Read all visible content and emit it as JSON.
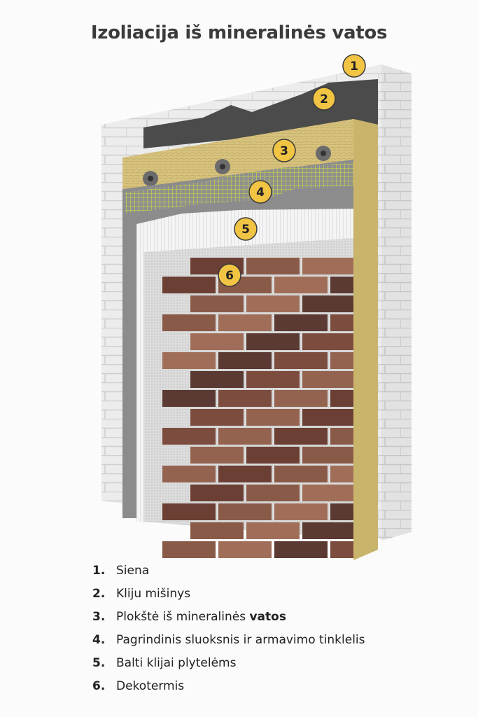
{
  "title": "Izoliacija iš mineralinės vatos",
  "layers": [
    {
      "number": "1",
      "label": "Siena",
      "bold": ""
    },
    {
      "number": "2",
      "label": "Kliju mišinys",
      "bold": ""
    },
    {
      "number": "3",
      "label": "Plokštė iš mineralinės",
      "bold": "vatos"
    },
    {
      "number": "4",
      "label": "Pagrindinis sluoksnis ir armavimo tinklelis",
      "bold": ""
    },
    {
      "number": "5",
      "label": "Balti klijai plytelėms",
      "bold": ""
    },
    {
      "number": "6",
      "label": "Dekotermis",
      "bold": ""
    }
  ],
  "legend_numbers": [
    "1.",
    "2.",
    "3.",
    "4.",
    "5.",
    "6."
  ],
  "colors": {
    "badge": "#f2c443",
    "wall": "#e9e9e9",
    "adhesive": "#4a4a4a",
    "wool": "#d8c47e",
    "base": "#8d8d8d",
    "mesh": "#c9d44a",
    "white_adhesive": "#f1f1f1",
    "brick_palette": [
      "#6b3f33",
      "#8a5a48",
      "#a06e58",
      "#5a3a33",
      "#7c4c3e",
      "#93634f"
    ]
  }
}
